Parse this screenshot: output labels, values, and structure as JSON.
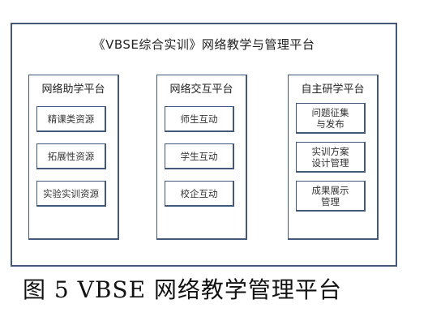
{
  "diagram": {
    "title": "《VBSE综合实训》网络教学与管理平台",
    "panels": [
      {
        "title": "网络助学平台",
        "items": [
          "精课类资源",
          "拓展性资源",
          "实验实训资源"
        ]
      },
      {
        "title": "网络交互平台",
        "items": [
          "师生互动",
          "学生互动",
          "校企互动"
        ]
      },
      {
        "title": "自主研学平台",
        "items": [
          "问题征集\n与发布",
          "实训方案\n设计管理",
          "成果展示\n管理"
        ]
      }
    ],
    "caption": "图 5 VBSE 网络教学管理平台"
  }
}
